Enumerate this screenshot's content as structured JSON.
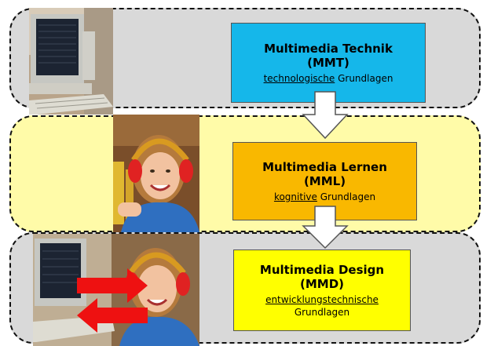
{
  "layers": [
    {
      "id": "mmt",
      "title_line1": "Multimedia Technik",
      "title_line2": "(MMT)",
      "sub_underlined": "technologische",
      "sub_rest": " Grundlagen",
      "color": "#15b7ea"
    },
    {
      "id": "mml",
      "title_line1": "Multimedia Lernen",
      "title_line2": "(MML)",
      "sub_underlined": "kognitive",
      "sub_rest": " Grundlagen",
      "color": "#f9b800"
    },
    {
      "id": "mmd",
      "title_line1": "Multimedia Design",
      "title_line2": "(MMD)",
      "sub_underlined": "entwicklungstechnische",
      "sub_rest": "Grundlagen",
      "color": "#ffff00"
    }
  ],
  "colors": {
    "band_gray": "#d9d9d9",
    "band_yellow": "#fffba8",
    "arrow_red": "#ee1111"
  },
  "images": {
    "computer": "computer-photo",
    "child": "child-with-headphones-photo",
    "combined": "computer-and-child-photo"
  }
}
